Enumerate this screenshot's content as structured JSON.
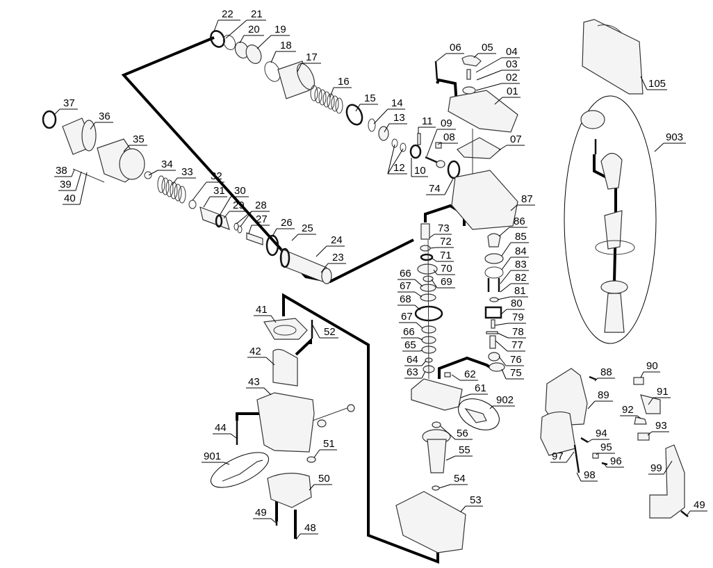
{
  "diagram": {
    "title": "Rotary hammer exploded parts diagram",
    "labels": [
      {
        "id": "22",
        "text": "22"
      },
      {
        "id": "21",
        "text": "21"
      },
      {
        "id": "20",
        "text": "20"
      },
      {
        "id": "19",
        "text": "19"
      },
      {
        "id": "18",
        "text": "18"
      },
      {
        "id": "17",
        "text": "17"
      },
      {
        "id": "16",
        "text": "16"
      },
      {
        "id": "15",
        "text": "15"
      },
      {
        "id": "14",
        "text": "14"
      },
      {
        "id": "13",
        "text": "13"
      },
      {
        "id": "12",
        "text": "12"
      },
      {
        "id": "11",
        "text": "11"
      },
      {
        "id": "10",
        "text": "10"
      },
      {
        "id": "09",
        "text": "09"
      },
      {
        "id": "08",
        "text": "08"
      },
      {
        "id": "07",
        "text": "07"
      },
      {
        "id": "06",
        "text": "06"
      },
      {
        "id": "05",
        "text": "05"
      },
      {
        "id": "04",
        "text": "04"
      },
      {
        "id": "03",
        "text": "03"
      },
      {
        "id": "02",
        "text": "02"
      },
      {
        "id": "01",
        "text": "01"
      },
      {
        "id": "105",
        "text": "105"
      },
      {
        "id": "903",
        "text": "903"
      },
      {
        "id": "37",
        "text": "37"
      },
      {
        "id": "36",
        "text": "36"
      },
      {
        "id": "35",
        "text": "35"
      },
      {
        "id": "34",
        "text": "34"
      },
      {
        "id": "33",
        "text": "33"
      },
      {
        "id": "32",
        "text": "32"
      },
      {
        "id": "31",
        "text": "31"
      },
      {
        "id": "30",
        "text": "30"
      },
      {
        "id": "29",
        "text": "29"
      },
      {
        "id": "28",
        "text": "28"
      },
      {
        "id": "27",
        "text": "27"
      },
      {
        "id": "26",
        "text": "26"
      },
      {
        "id": "25",
        "text": "25"
      },
      {
        "id": "24",
        "text": "24"
      },
      {
        "id": "23",
        "text": "23"
      },
      {
        "id": "38",
        "text": "38"
      },
      {
        "id": "39",
        "text": "39"
      },
      {
        "id": "40",
        "text": "40"
      },
      {
        "id": "74",
        "text": "74"
      },
      {
        "id": "87",
        "text": "87"
      },
      {
        "id": "73",
        "text": "73"
      },
      {
        "id": "72",
        "text": "72"
      },
      {
        "id": "71",
        "text": "71"
      },
      {
        "id": "70",
        "text": "70"
      },
      {
        "id": "69",
        "text": "69"
      },
      {
        "id": "66a",
        "text": "66"
      },
      {
        "id": "67a",
        "text": "67"
      },
      {
        "id": "68",
        "text": "68"
      },
      {
        "id": "67b",
        "text": "67"
      },
      {
        "id": "66b",
        "text": "66"
      },
      {
        "id": "65",
        "text": "65"
      },
      {
        "id": "64",
        "text": "64"
      },
      {
        "id": "63",
        "text": "63"
      },
      {
        "id": "62",
        "text": "62"
      },
      {
        "id": "61",
        "text": "61"
      },
      {
        "id": "902",
        "text": "902"
      },
      {
        "id": "56",
        "text": "56"
      },
      {
        "id": "55",
        "text": "55"
      },
      {
        "id": "54",
        "text": "54"
      },
      {
        "id": "53",
        "text": "53"
      },
      {
        "id": "86",
        "text": "86"
      },
      {
        "id": "85",
        "text": "85"
      },
      {
        "id": "84",
        "text": "84"
      },
      {
        "id": "83",
        "text": "83"
      },
      {
        "id": "82",
        "text": "82"
      },
      {
        "id": "81",
        "text": "81"
      },
      {
        "id": "80",
        "text": "80"
      },
      {
        "id": "79",
        "text": "79"
      },
      {
        "id": "78",
        "text": "78"
      },
      {
        "id": "77",
        "text": "77"
      },
      {
        "id": "76",
        "text": "76"
      },
      {
        "id": "75",
        "text": "75"
      },
      {
        "id": "41",
        "text": "41"
      },
      {
        "id": "52",
        "text": "52"
      },
      {
        "id": "42",
        "text": "42"
      },
      {
        "id": "43",
        "text": "43"
      },
      {
        "id": "44",
        "text": "44"
      },
      {
        "id": "51",
        "text": "51"
      },
      {
        "id": "901",
        "text": "901"
      },
      {
        "id": "50",
        "text": "50"
      },
      {
        "id": "49a",
        "text": "49"
      },
      {
        "id": "48",
        "text": "48"
      },
      {
        "id": "88",
        "text": "88"
      },
      {
        "id": "89",
        "text": "89"
      },
      {
        "id": "90",
        "text": "90"
      },
      {
        "id": "91",
        "text": "91"
      },
      {
        "id": "92",
        "text": "92"
      },
      {
        "id": "93",
        "text": "93"
      },
      {
        "id": "94",
        "text": "94"
      },
      {
        "id": "95",
        "text": "95"
      },
      {
        "id": "96",
        "text": "96"
      },
      {
        "id": "97",
        "text": "97"
      },
      {
        "id": "98",
        "text": "98"
      },
      {
        "id": "99",
        "text": "99"
      },
      {
        "id": "49b",
        "text": "49"
      }
    ]
  }
}
